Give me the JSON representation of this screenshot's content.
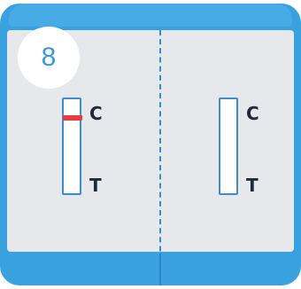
{
  "badge": {
    "number": "8"
  },
  "panels": [
    {
      "control_label": "C",
      "test_label": "T",
      "control_line_visible": true,
      "test_line_visible": false,
      "line_color": "#e43d3d"
    },
    {
      "control_label": "C",
      "test_label": "T",
      "control_line_visible": false,
      "test_line_visible": false
    }
  ],
  "colors": {
    "frame": "#3aa1df",
    "panel_background": "#e6e8eb",
    "strip_border": "#3a8fd0",
    "control_line": "#e43d3d"
  }
}
